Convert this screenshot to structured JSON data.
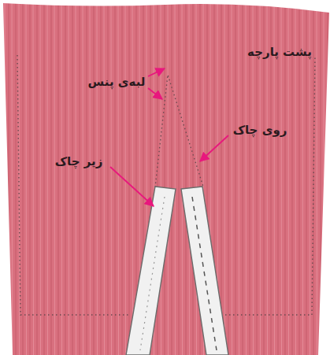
{
  "diagram": {
    "labels": [
      "پشت پارچه",
      "لبه‌ی پنس",
      "روی چاک",
      "زیر چاک"
    ]
  }
}
